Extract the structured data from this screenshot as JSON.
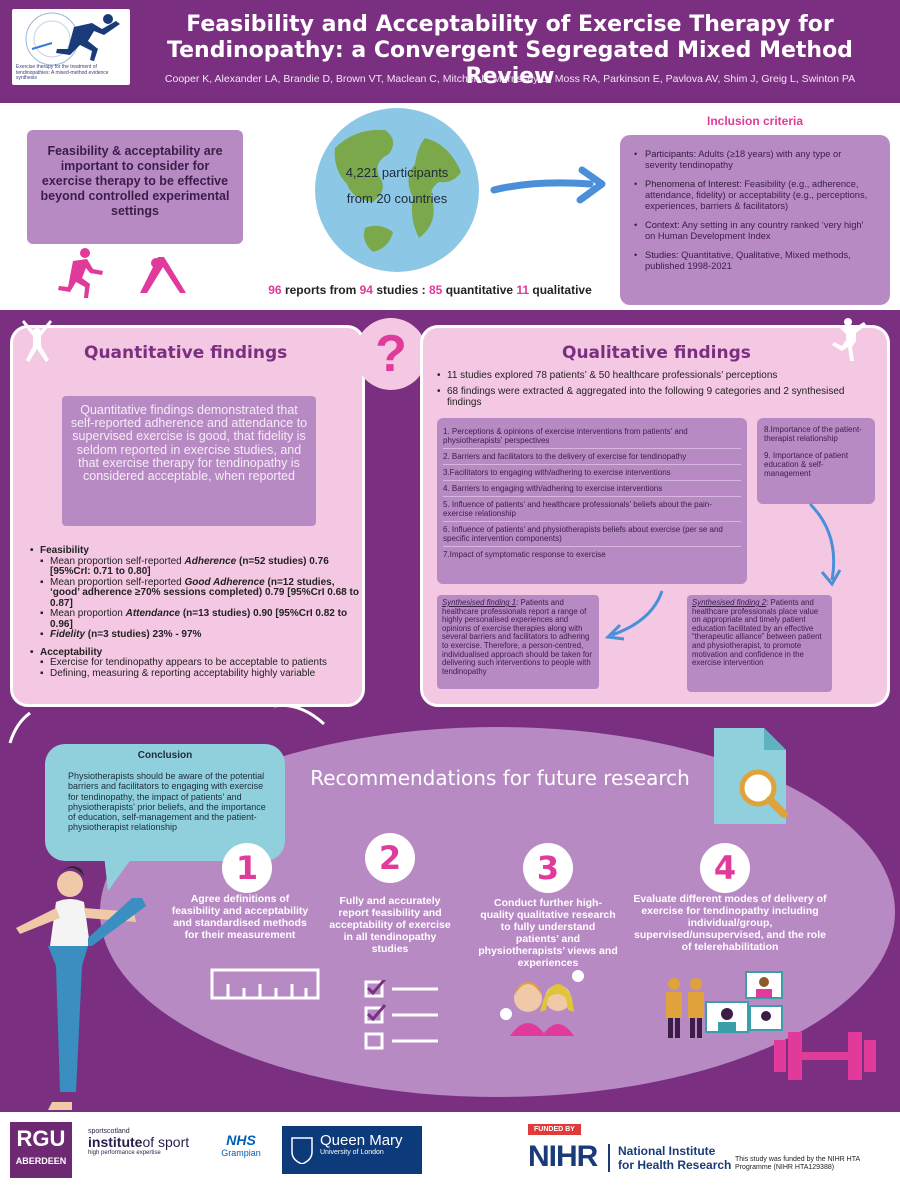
{
  "header": {
    "logo_caption": "Exercise therapy for the treatment of tendinopathies: A mixed-method evidence synthesis",
    "title": "Feasibility and Acceptability of Exercise Therapy for Tendinopathy: a Convergent Segregated Mixed Method Review",
    "authors": "Cooper K, Alexander LA,  Brandie D, Brown VT, Maclean C, Mitchell L, Morrissey D, Moss RA, Parkinson E, Pavlova AV, Shim J, Greig L, Swinton PA"
  },
  "intro": {
    "statement": "Feasibility & acceptability are important to consider for exercise therapy to be effective beyond controlled experimental settings",
    "globe_line1": "4,221 participants",
    "globe_line2": "from 20 countries",
    "reports_n": "96",
    "reports_label": " reports from ",
    "studies_n": "94",
    "studies_label": " studies :  ",
    "quant_n": "85",
    "quant_label": " quantitative ",
    "qual_n": "11",
    "qual_label": " qualitative"
  },
  "inclusion": {
    "title": "Inclusion criteria",
    "items": [
      {
        "label": "Participants",
        "text": ": Adults (≥18 years) with any type or severity tendinopathy"
      },
      {
        "label": "Phenomena of Interest",
        "text": ": Feasibility (e.g., adherence, attendance, fidelity) or acceptability (e.g., perceptions, experiences, barriers & facilitators)"
      },
      {
        "label": "Context",
        "text": ": Any setting in any country ranked ‘very high’ on Human Development Index"
      },
      {
        "label": "Studies",
        "text": ": Quantitative, Qualitative, Mixed methods, published 1998-2021"
      }
    ]
  },
  "quant": {
    "title": "Quantitative findings",
    "summary": "Quantitative findings demonstrated that self-reported adherence and attendance to supervised exercise is good, that fidelity is seldom reported in exercise studies, and that exercise therapy for tendinopathy is considered acceptable, when reported",
    "feasibility_label": "Feasibility",
    "f1a": "Mean proportion self-reported ",
    "f1b": "Adherence",
    "f1c": " (n=52 studies) 0.76 [95%CrI: 0.71 to 0.80]",
    "f2a": "Mean proportion self-reported ",
    "f2b": "Good Adherence",
    "f2c": " (n=12 studies, ‘good’ adherence ≥70% sessions completed) 0.79 [95%CrI 0.68 to 0.87]",
    "f3a": "Mean proportion ",
    "f3b": "Attendance",
    "f3c": " (n=13 studies) 0.90 [95%CrI 0.82 to 0.96]",
    "f4b": "Fidelity",
    "f4c": " (n=3 studies) 23% - 97%",
    "acceptability_label": "Acceptability",
    "a1": "Exercise for tendinopathy appears to be acceptable to patients",
    "a2": "Defining, measuring & reporting acceptability highly variable"
  },
  "qual": {
    "title": "Qualitative findings",
    "b1": "11 studies explored 78 patients’ & 50 healthcare professionals’ perceptions",
    "b2": "68 findings were extracted & aggregated into the following 9 categories and 2 synthesised findings",
    "categories_left": [
      "1. Perceptions & opinions of exercise interventions from patients’ and physiotherapists’ perspectives",
      "2. Barriers and facilitators to the delivery of exercise for tendinopathy",
      "3.Facilitators to engaging with/adhering to exercise interventions",
      "4. Barriers to engaging with/adhering to exercise interventions",
      "5. Influence of patients’ and healthcare professionals’ beliefs about the pain-exercise relationship",
      "6. Influence of patients’ and physiotherapists beliefs about exercise (per se and specific intervention components)",
      "7.Impact of symptomatic response to exercise"
    ],
    "categories_right": [
      "8.Importance of the patient-therapist relationship",
      "9. Importance of patient education & self-management"
    ],
    "syn1_label": "Synthesised finding 1",
    "syn1_text": ": Patients and healthcare professionals report a range of highly personalised experiences and opinions of exercise therapies along with several barriers and facilitators to adhering to exercise. Therefore, a person-centred, individualised approach should be taken for delivering such interventions to people with tendinopathy",
    "syn2_label": "Synthesised finding 2",
    "syn2_text": ": Patients and healthcare professionals place value on appropriate and timely patient education facilitated by an effective “therapeutic alliance” between patient and physiotherapist, to promote motivation and confidence in the exercise intervention"
  },
  "qmark": "?",
  "conclusion": {
    "title": "Conclusion",
    "text": "Physiotherapists should be aware of the potential barriers and facilitators to engaging with exercise for tendinopathy, the impact of patients’ and physiotherapists’ prior beliefs, and the importance of education, self-management and the patient-physiotherapist relationship"
  },
  "recommendations": {
    "title": "Recommendations for future research",
    "items": [
      {
        "num": "1",
        "text": "Agree definitions of feasibility and acceptability and standardised methods for their measurement"
      },
      {
        "num": "2",
        "text": "Fully and accurately report feasibility and acceptability of exercise in all tendinopathy studies"
      },
      {
        "num": "3",
        "text": "Conduct further high-quality qualitative research to fully understand patients’ and physiotherapists’ views and experiences"
      },
      {
        "num": "4",
        "text": "Evaluate different modes of delivery of exercise for tendinopathy including individual/group, supervised/unsupervised, and the role of telerehabilitation"
      }
    ]
  },
  "footer": {
    "rgu_top": "RGU",
    "rgu_bottom": "ABERDEEN",
    "sis_line1": "sportscotland",
    "sis_line2": "institute",
    "sis_line3": "of sport",
    "sis_line4": "high performance expertise",
    "nhs": "NHS",
    "nhs_sub": "Grampian",
    "qm_line1": "Queen Mary",
    "qm_line2": "University of London",
    "funded_by": "FUNDED BY",
    "nihr": "NIHR",
    "nihr_name1": "National Institute",
    "nihr_name2": "for Health Research",
    "funding_note": "This study was funded by the NIHR HTA Programme (NIHR HTA129388)"
  },
  "colors": {
    "purple": "#7a2f80",
    "pink": "#e03a9a",
    "lilac": "#b88ac4",
    "light_pink": "#f4c8e2",
    "teal": "#8fd0dc"
  }
}
